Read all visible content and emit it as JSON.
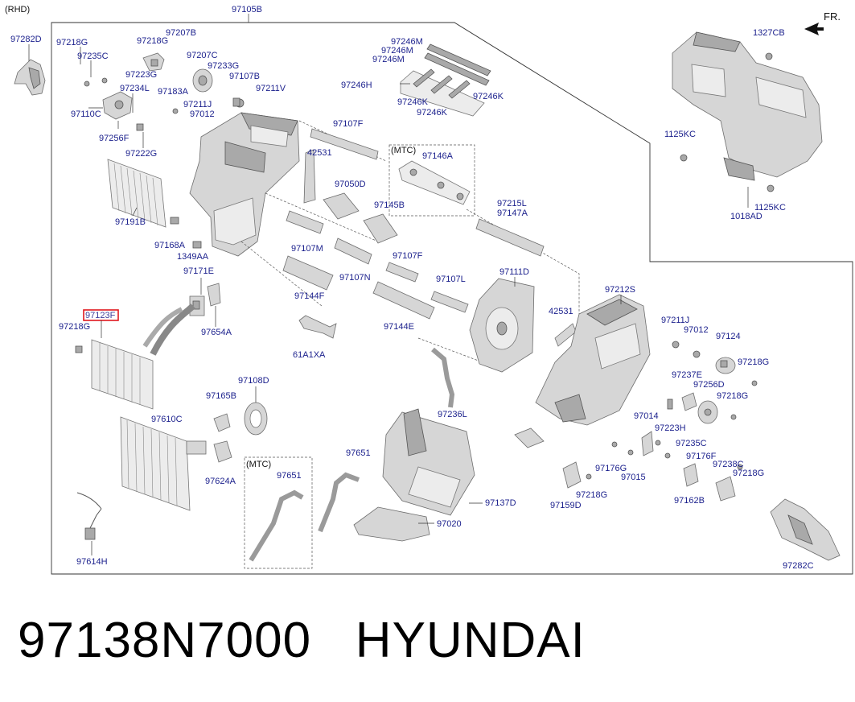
{
  "diagram": {
    "region_label": "(RHD)",
    "main_assembly": "97105B",
    "direction": "FR.",
    "mtc_tag": "(MTC)",
    "highlighted_part": "97123F",
    "labels": {
      "l97282D": "97282D",
      "l97218G_a": "97218G",
      "l97235C_a": "97235C",
      "l97218G_b": "97218G",
      "l97207B": "97207B",
      "l97207C": "97207C",
      "l97223G": "97223G",
      "l97233G": "97233G",
      "l97234L": "97234L",
      "l97183A": "97183A",
      "l97107B": "97107B",
      "l97211V": "97211V",
      "l97211J_a": "97211J",
      "l97012_a": "97012",
      "l97110C": "97110C",
      "l97256F": "97256F",
      "l97222G": "97222G",
      "l97246M_a": "97246M",
      "l97246M_b": "97246M",
      "l97246M_c": "97246M",
      "l97246H": "97246H",
      "l97246K_a": "97246K",
      "l97246K_b": "97246K",
      "l97246K_c": "97246K",
      "l97107F_a": "97107F",
      "l42531_a": "42531",
      "l97146A": "97146A",
      "l97050D": "97050D",
      "l97145B": "97145B",
      "l97191B": "97191B",
      "l97168A": "97168A",
      "l1349AA": "1349AA",
      "l97107M": "97107M",
      "l97107N": "97107N",
      "l97107F_b": "97107F",
      "l97215L": "97215L",
      "l97147A": "97147A",
      "l97171E": "97171E",
      "l97144F": "97144F",
      "l97111D": "97111D",
      "l97107L": "97107L",
      "l97144E": "97144E",
      "l42531_b": "42531",
      "l97212S": "97212S",
      "l97218G_c": "97218G",
      "l97654A": "97654A",
      "l61A1XA": "61A1XA",
      "l97211J_b": "97211J",
      "l97012_b": "97012",
      "l97124": "97124",
      "l97218G_d": "97218G",
      "l97108D": "97108D",
      "l97165B": "97165B",
      "l97237E": "97237E",
      "l97256D": "97256D",
      "l97218G_e": "97218G",
      "l97236L": "97236L",
      "l97610C": "97610C",
      "l97014": "97014",
      "l97223H": "97223H",
      "l97235C_b": "97235C",
      "l97651_a": "97651",
      "l97651_b": "97651",
      "l97176G": "97176G",
      "l97015": "97015",
      "l97176F": "97176F",
      "l97238C": "97238C",
      "l97218G_f": "97218G",
      "l97624A": "97624A",
      "l97137D": "97137D",
      "l97159D": "97159D",
      "l97218G_g": "97218G",
      "l97162B": "97162B",
      "l97020": "97020",
      "l97614H": "97614H",
      "l97282C": "97282C",
      "l1327CB": "1327CB",
      "l1125KC_a": "1125KC",
      "l1125KC_b": "1125KC",
      "l1018AD": "1018AD"
    }
  },
  "caption": {
    "part_number": "97138N7000",
    "brand": "HYUNDAI"
  },
  "colors": {
    "label": "#1a1f8c",
    "highlight": "#e0181e",
    "part_fill": "#d6d6d6",
    "part_outline": "#6d6d6d"
  }
}
